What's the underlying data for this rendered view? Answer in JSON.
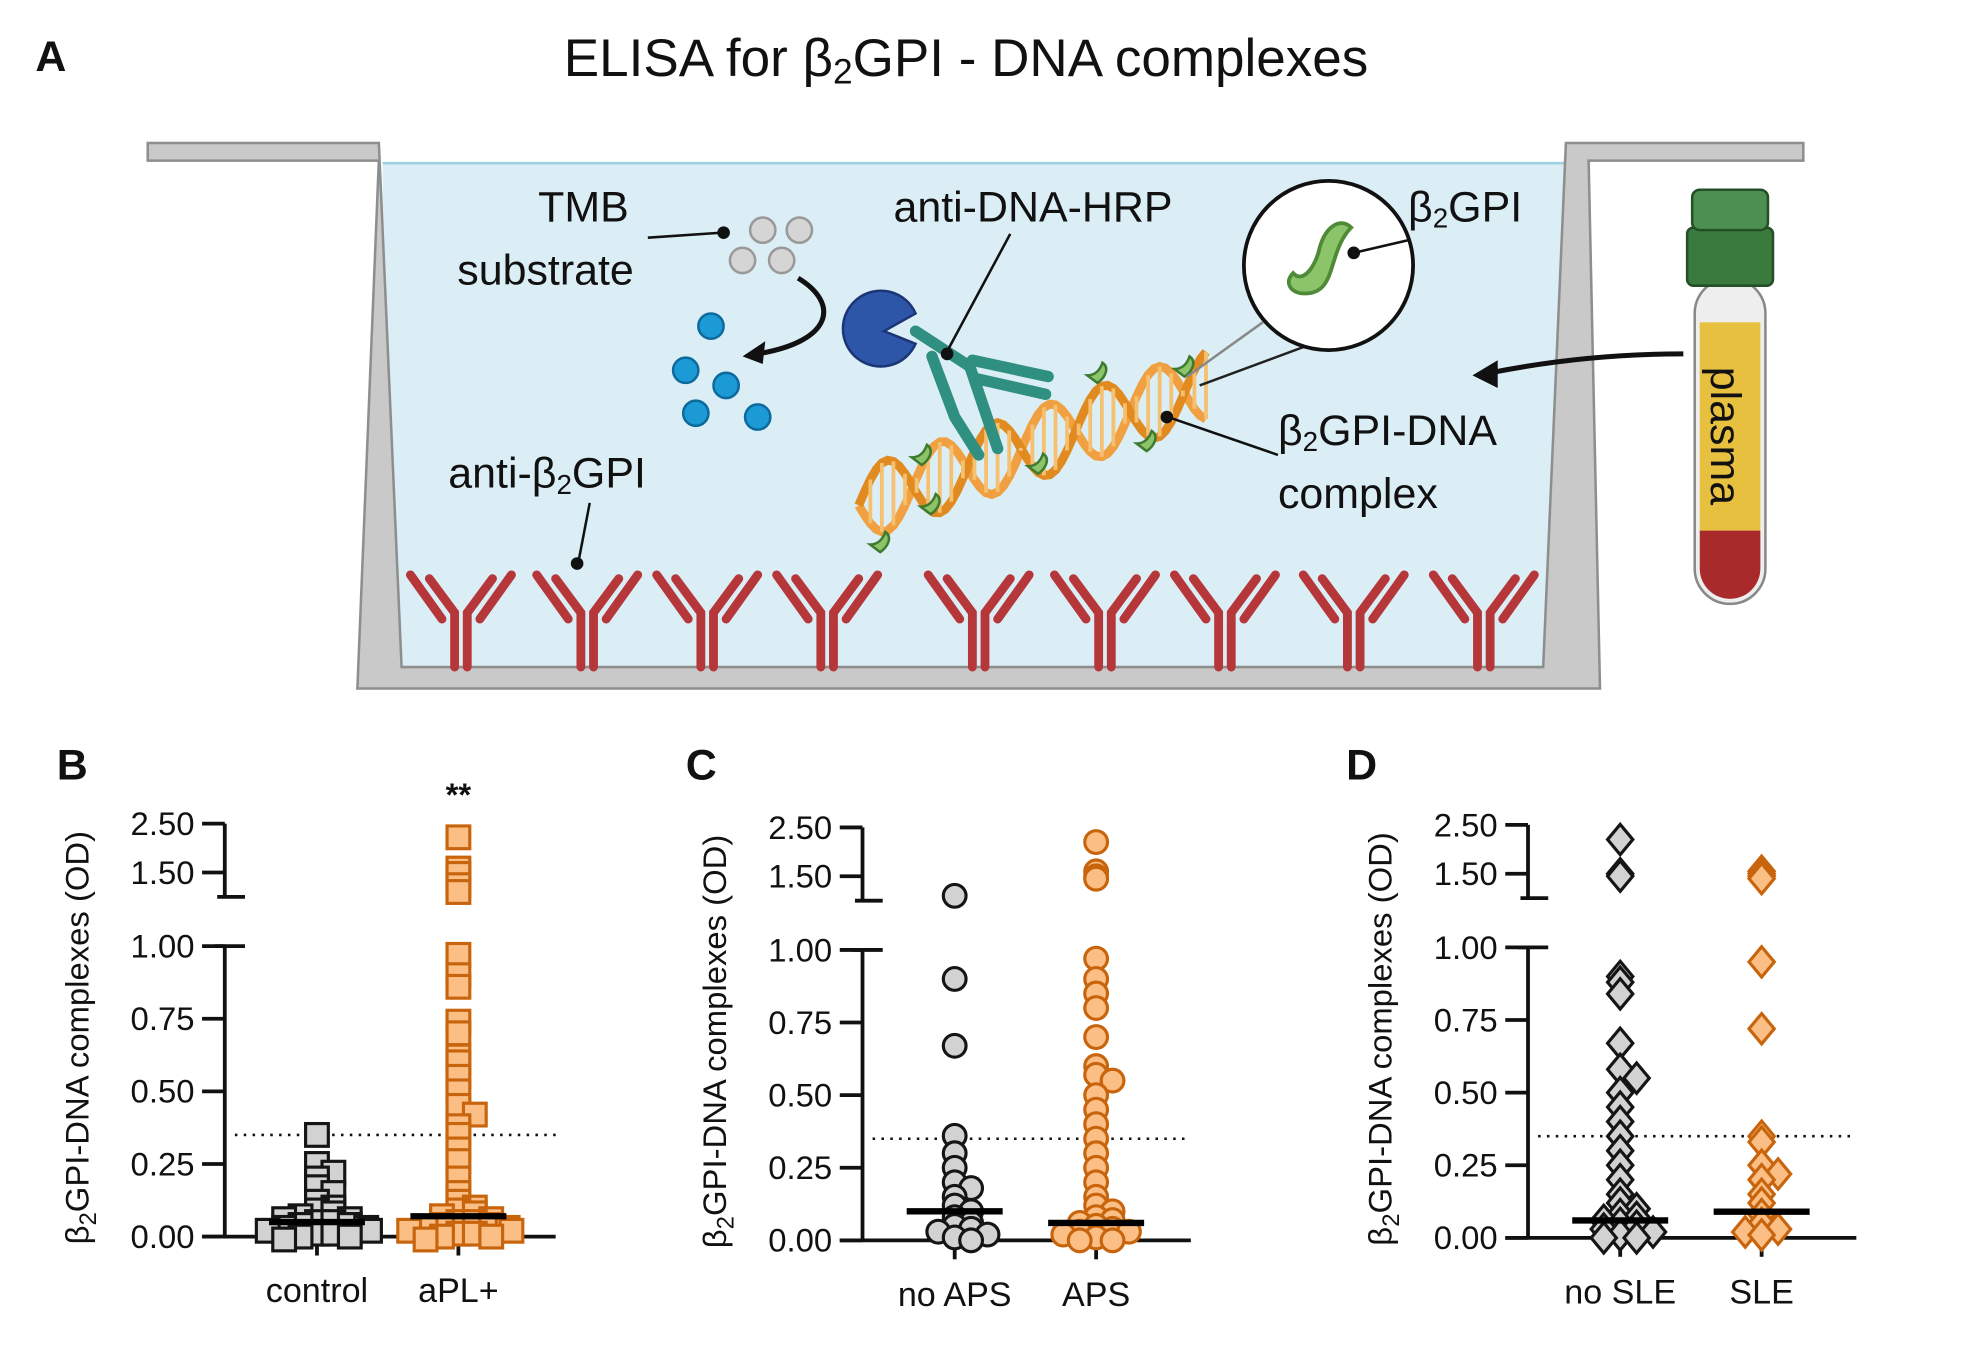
{
  "panel_a": {
    "letter": "A",
    "title": {
      "pre": "ELISA for β",
      "sub": "2",
      "post": "GPI - DNA complexes"
    },
    "labels": {
      "tmb_line1": "TMB",
      "tmb_line2": "substrate",
      "anti_dna_hrp": "anti-DNA-HRP",
      "b2gpi": {
        "pre": "β",
        "sub": "2",
        "post": "GPI"
      },
      "anti_b2gpi": {
        "pre": "anti-β",
        "sub": "2",
        "post": "GPI"
      },
      "complex_line1": {
        "pre": "β",
        "sub": "2",
        "post": "GPI-DNA"
      },
      "complex_line2": "complex",
      "plasma": "plasma"
    },
    "colors": {
      "liquid": "#dbeef5",
      "antibody": "#b5373a",
      "dna": "#f0a040",
      "hrp": "#2e56a8",
      "detection_ab": "#2f8f80",
      "substrate_product": "#1b9ad6",
      "b2gpi": "#8cc46a"
    }
  },
  "chart_data": [
    {
      "type": "scatter",
      "panel": "B",
      "ylabel": {
        "pre": "β",
        "sub": "2",
        "post": "GPI-DNA complexes  (OD)"
      },
      "ylim": [
        0,
        2.5
      ],
      "axis_break": [
        1.0,
        1.0
      ],
      "yticks": [
        "0.00",
        "0.25",
        "0.50",
        "0.75",
        "1.00",
        "1.50",
        "2.50"
      ],
      "threshold": 0.35,
      "marker": "square",
      "annotation": "**",
      "groups": [
        {
          "name": "control",
          "color": "gray",
          "median": 0.05,
          "values": [
            0.35,
            0.25,
            0.22,
            0.2,
            0.17,
            0.15,
            0.12,
            0.1,
            0.09,
            0.08,
            0.07,
            0.06,
            0.06,
            0.05,
            0.05,
            0.04,
            0.04,
            0.03,
            0.03,
            0.02,
            0.02,
            0.01,
            0.01,
            0.0,
            0.0,
            -0.01
          ]
        },
        {
          "name": "aPL+",
          "color": "orange",
          "median": 0.07,
          "values": [
            2.22,
            1.58,
            1.47,
            1.24,
            1.1,
            0.97,
            0.9,
            0.86,
            0.74,
            0.7,
            0.62,
            0.6,
            0.55,
            0.5,
            0.45,
            0.42,
            0.38,
            0.35,
            0.3,
            0.26,
            0.2,
            0.15,
            0.12,
            0.1,
            0.09,
            0.08,
            0.07,
            0.06,
            0.05,
            0.05,
            0.04,
            0.04,
            0.03,
            0.03,
            0.02,
            0.02,
            0.01,
            0.01,
            0.0,
            0.0,
            -0.01
          ]
        }
      ]
    },
    {
      "type": "scatter",
      "panel": "C",
      "ylabel": {
        "pre": "β",
        "sub": "2",
        "post": "GPI-DNA complexes  (OD)"
      },
      "ylim": [
        0,
        2.5
      ],
      "axis_break": [
        1.0,
        1.0
      ],
      "yticks": [
        "0.00",
        "0.25",
        "0.50",
        "0.75",
        "1.00",
        "1.50",
        "2.50"
      ],
      "threshold": 0.35,
      "marker": "circle",
      "groups": [
        {
          "name": "no APS",
          "color": "gray",
          "median": 0.1,
          "values": [
            1.1,
            0.9,
            0.67,
            0.36,
            0.3,
            0.25,
            0.2,
            0.18,
            0.15,
            0.12,
            0.1,
            0.08,
            0.06,
            0.05,
            0.04,
            0.03,
            0.02,
            0.01,
            0.0
          ]
        },
        {
          "name": "APS",
          "color": "orange",
          "median": 0.06,
          "values": [
            2.2,
            1.6,
            1.5,
            1.45,
            0.97,
            0.9,
            0.85,
            0.8,
            0.7,
            0.6,
            0.57,
            0.55,
            0.5,
            0.45,
            0.4,
            0.35,
            0.3,
            0.25,
            0.2,
            0.15,
            0.12,
            0.1,
            0.08,
            0.07,
            0.06,
            0.05,
            0.04,
            0.03,
            0.03,
            0.02,
            0.01,
            0.0,
            0.0
          ]
        }
      ]
    },
    {
      "type": "scatter",
      "panel": "D",
      "ylabel": {
        "pre": "β",
        "sub": "2",
        "post": "GPI-DNA complexes  (OD)"
      },
      "ylim": [
        0,
        2.5
      ],
      "axis_break": [
        1.0,
        1.0
      ],
      "yticks": [
        "0.00",
        "0.25",
        "0.50",
        "0.75",
        "1.00",
        "1.50",
        "2.50"
      ],
      "threshold": 0.35,
      "marker": "diamond",
      "groups": [
        {
          "name": "no SLE",
          "color": "gray",
          "median": 0.06,
          "values": [
            2.2,
            1.5,
            1.45,
            0.9,
            0.88,
            0.84,
            0.67,
            0.58,
            0.55,
            0.5,
            0.45,
            0.4,
            0.35,
            0.3,
            0.25,
            0.2,
            0.15,
            0.12,
            0.1,
            0.08,
            0.07,
            0.06,
            0.05,
            0.04,
            0.03,
            0.02,
            0.01,
            0.0,
            0.0
          ]
        },
        {
          "name": "SLE",
          "color": "orange",
          "median": 0.09,
          "values": [
            1.55,
            1.5,
            1.45,
            1.4,
            0.95,
            0.72,
            0.35,
            0.33,
            0.25,
            0.22,
            0.2,
            0.15,
            0.12,
            0.08,
            0.05,
            0.03,
            0.02,
            0.01
          ]
        }
      ]
    }
  ],
  "marker_colors": {
    "gray": {
      "fill": "#d2d2d2",
      "stroke": "#151515"
    },
    "orange": {
      "fill": "#fbbf85",
      "stroke": "#c8640c"
    }
  }
}
